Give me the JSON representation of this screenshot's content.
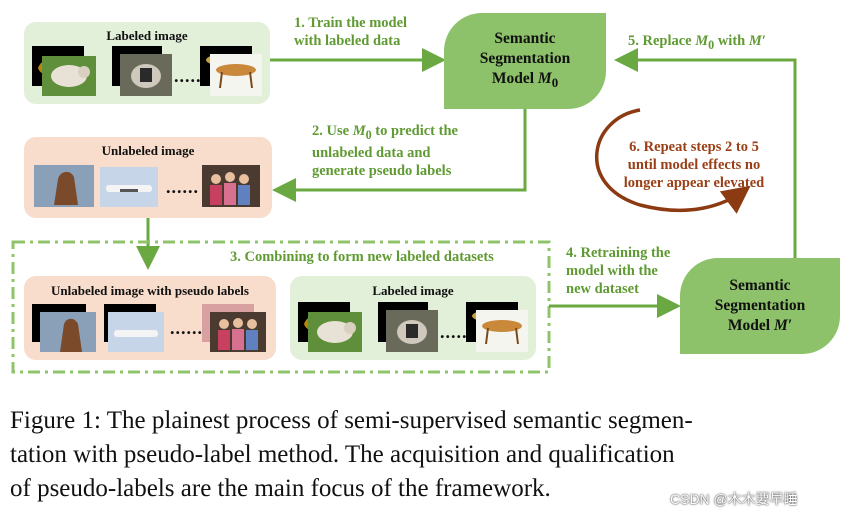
{
  "diagram": {
    "labeled_box_title": "Labeled image",
    "unlabeled_box_title": "Unlabeled image",
    "pseudo_box_title": "Unlabeled image with pseudo labels",
    "labeled_box2_title": "Labeled image",
    "dots": "......",
    "model_m0": {
      "line1": "Semantic",
      "line2": "Segmentation",
      "line3": "Model",
      "symbol": "M",
      "subscript": "0"
    },
    "model_mprime": {
      "line1": "Semantic",
      "line2": "Segmentation",
      "line3": "Model",
      "symbol": "M′"
    },
    "step1": {
      "line1": "1. Train the model",
      "line2": "with labeled data"
    },
    "step2": {
      "prefix": "2. Use",
      "symbol": "M",
      "subscript": "0",
      "suffix": "to predict the",
      "line2": "unlabeled data and",
      "line3": "generate pseudo labels"
    },
    "step3": "3. Combining to form new labeled datasets",
    "step4": {
      "line1": "4. Retraining the",
      "line2": "model with the",
      "line3": "new dataset"
    },
    "step5": {
      "prefix": "5. Replace",
      "symbol1": "M",
      "subscript1": "0",
      "middle": "with",
      "symbol2": "M′"
    },
    "step6": {
      "line1": "6. Repeat steps 2 to 5",
      "line2": "until model effects no",
      "line3": "longer appear elevated"
    },
    "colors": {
      "arrow_green": "#6aa842",
      "model_fill": "#8dc16a",
      "step_text": "#5f9a32",
      "repeat_arrow": "#8b3a12",
      "green_box": "#e2efd9",
      "pink_box": "#f8dccc"
    }
  },
  "caption": {
    "line1": "Figure 1: The plainest process of semi-supervised semantic segmen-",
    "line2": "tation with pseudo-label method. The acquisition and qualification",
    "line3": "of pseudo-labels are the main focus of the framework."
  },
  "watermark": "CSDN @木木要早睡"
}
